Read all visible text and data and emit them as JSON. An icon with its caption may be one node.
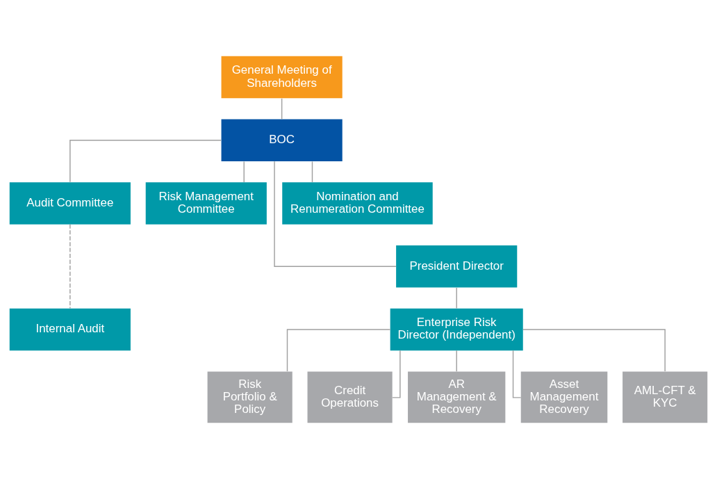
{
  "diagram": {
    "nodes": [
      {
        "text": [
          "General Meeting of Shareholders"
        ]
      },
      {
        "text": [
          "BOC"
        ]
      },
      {
        "text": [
          "Audit Committee"
        ]
      },
      {
        "text": [
          "Risk Management Committee"
        ]
      },
      {
        "text": [
          "Nomination and Renumeration Committee"
        ]
      },
      {
        "text": [
          "President Director"
        ]
      },
      {
        "text": [
          "Internal Audit"
        ]
      },
      {
        "text": [
          "Enterprise Risk Director (Independent)"
        ]
      },
      {
        "text": [
          "Risk Portfolio & Policy"
        ]
      },
      {
        "text": [
          "Credit Operations"
        ]
      },
      {
        "text": [
          "AR Management & Recovery"
        ]
      },
      {
        "text": [
          "Asset Management Recovery"
        ]
      },
      {
        "text": [
          "AML-CFT & KYC"
        ]
      }
    ],
    "edges": [
      {
        "from": 0,
        "to": 1,
        "arrow": "none"
      },
      {
        "from": 1,
        "to": 2,
        "arrow": "none"
      },
      {
        "from": 1,
        "to": 5,
        "arrow": "none"
      },
      {
        "from": 1,
        "to": 3,
        "arrow": "none"
      },
      {
        "from": 1,
        "to": 4,
        "arrow": "none"
      },
      {
        "from": 2,
        "to": 6,
        "arrow": "none",
        "style": "dashed"
      },
      {
        "from": 5,
        "to": 7,
        "arrow": "none"
      },
      {
        "from": 7,
        "to": 8,
        "arrow": "none"
      },
      {
        "from": 7,
        "to": 9,
        "arrow": "none"
      },
      {
        "from": 7,
        "to": 10,
        "arrow": "none"
      },
      {
        "from": 7,
        "to": 11,
        "arrow": "none"
      },
      {
        "from": 7,
        "to": 12,
        "arrow": "none"
      }
    ]
  }
}
